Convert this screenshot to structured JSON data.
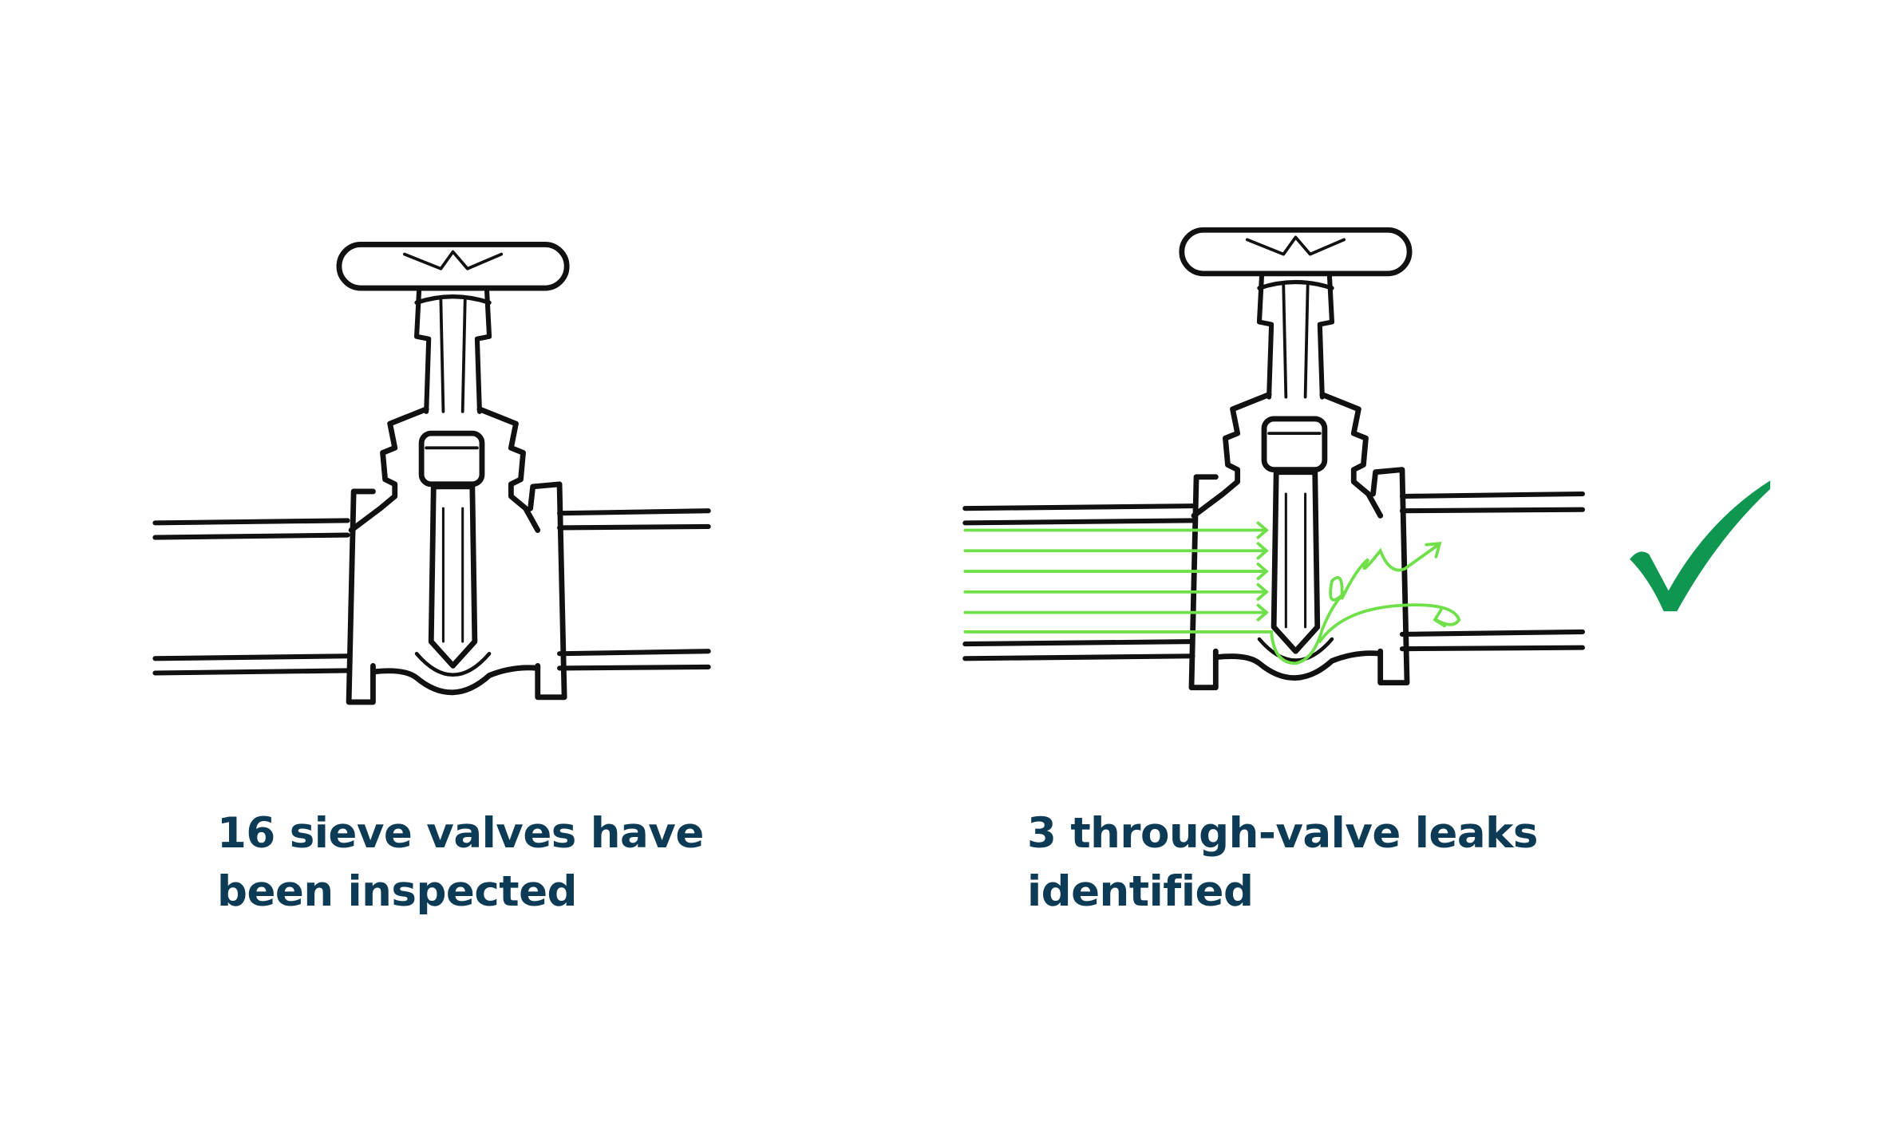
{
  "panels": [
    {
      "caption": "16 sieve valves have been inspected",
      "illustration": "gate-valve"
    },
    {
      "caption": "3 through-valve leaks identified",
      "illustration": "gate-valve-with-leak-flow"
    }
  ],
  "icons": {
    "success": "checkmark-icon"
  },
  "colors": {
    "caption": "#0d3a55",
    "flow": "#6fe04a",
    "check": "#0f9650",
    "ink": "#111111"
  }
}
